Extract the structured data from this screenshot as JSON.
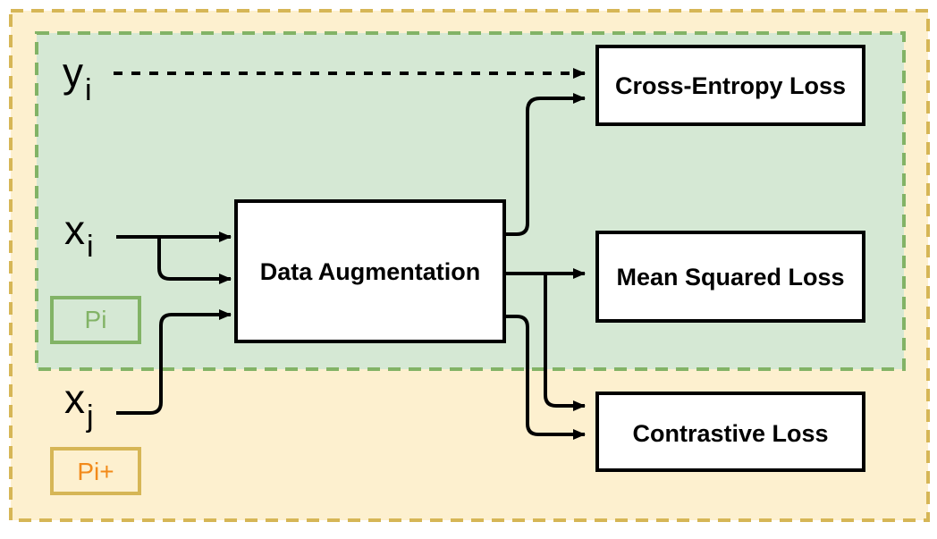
{
  "colors": {
    "outer_fill": "#fdf0cf",
    "outer_border": "#d6b656",
    "inner_fill": "#d5e8d4",
    "inner_border": "#82b366",
    "pi_text": "#82b366",
    "pi_plus_text": "#f28a1a",
    "line": "#000000",
    "box_fill": "#ffffff"
  },
  "inputs": {
    "y": {
      "base": "y",
      "sub": "i"
    },
    "xi": {
      "base": "x",
      "sub": "i"
    },
    "xj": {
      "base": "x",
      "sub": "j"
    }
  },
  "regions": {
    "inner_label": "Pi",
    "outer_label": "Pi+"
  },
  "boxes": {
    "augmentation": "Data Augmentation",
    "cross_entropy": "Cross-Entropy Loss",
    "mean_squared": "Mean Squared Loss",
    "contrastive": "Contrastive Loss"
  }
}
